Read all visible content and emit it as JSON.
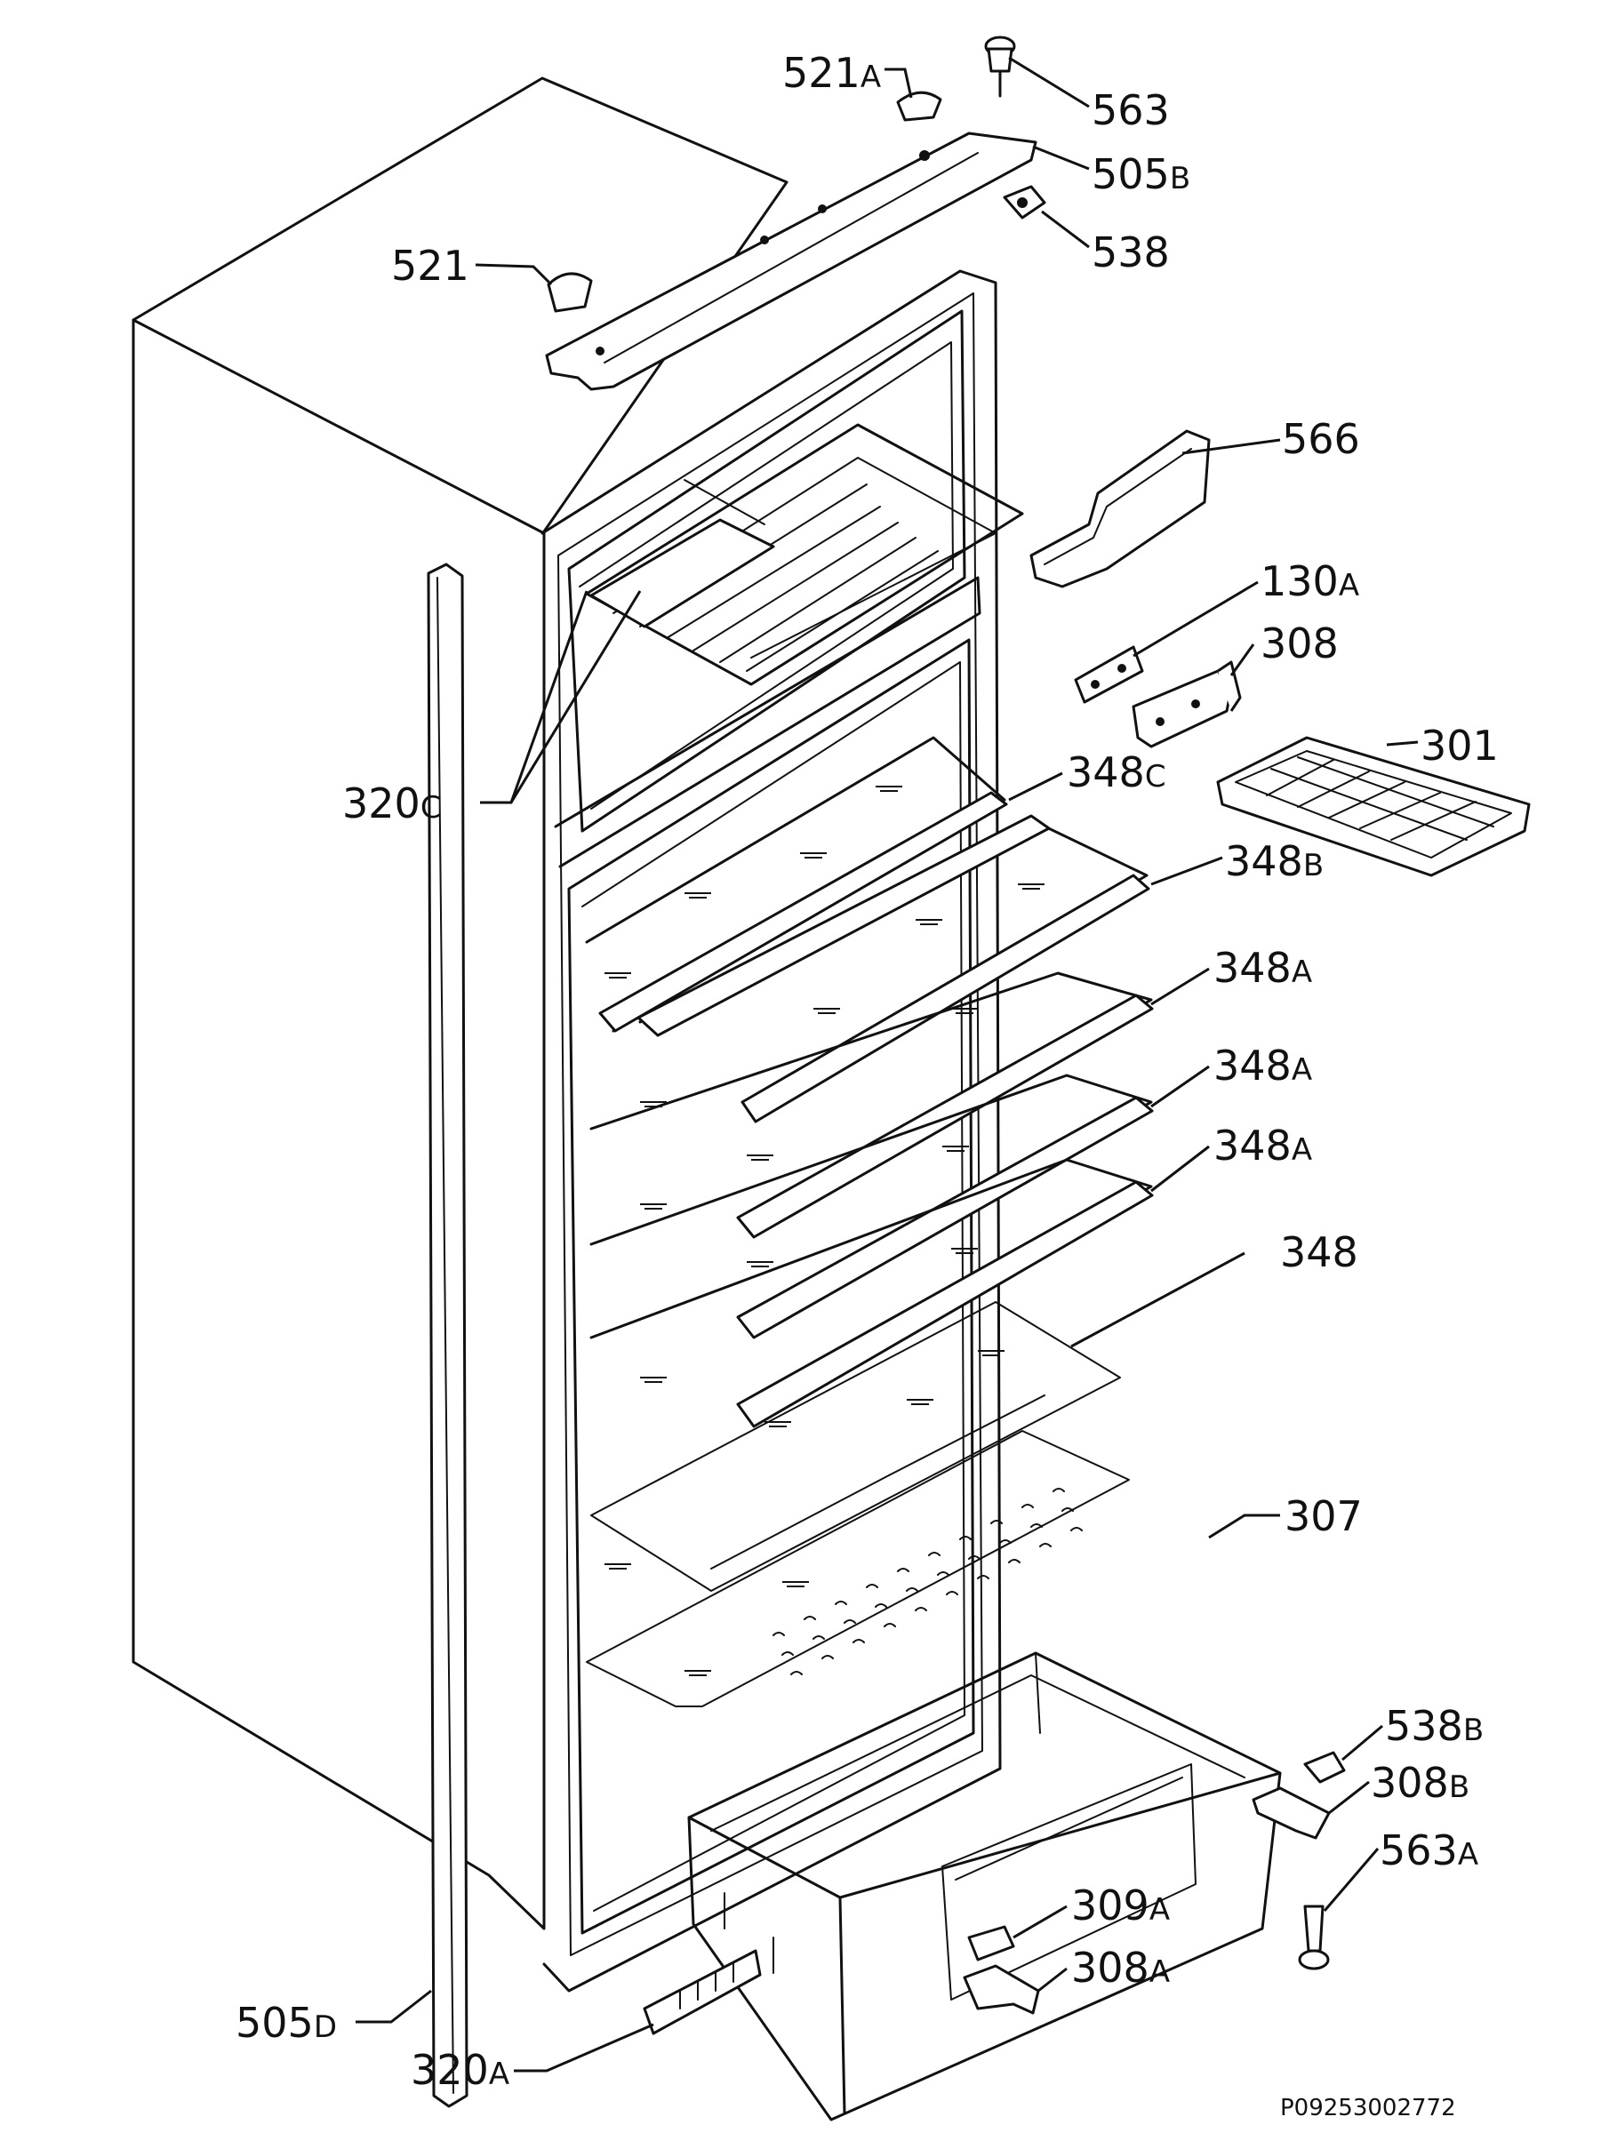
{
  "parts": [
    {
      "id": "p521a",
      "num": "521",
      "suf": "A"
    },
    {
      "id": "p563",
      "num": "563",
      "suf": ""
    },
    {
      "id": "p505b",
      "num": "505",
      "suf": "B"
    },
    {
      "id": "p538",
      "num": "538",
      "suf": ""
    },
    {
      "id": "p521",
      "num": "521",
      "suf": ""
    },
    {
      "id": "p566",
      "num": "566",
      "suf": ""
    },
    {
      "id": "p130a",
      "num": "130",
      "suf": "A"
    },
    {
      "id": "p308",
      "num": "308",
      "suf": ""
    },
    {
      "id": "p301",
      "num": "301",
      "suf": ""
    },
    {
      "id": "p320c",
      "num": "320",
      "suf": "C"
    },
    {
      "id": "p348c",
      "num": "348",
      "suf": "C"
    },
    {
      "id": "p348b",
      "num": "348",
      "suf": "B"
    },
    {
      "id": "p348a1",
      "num": "348",
      "suf": "A"
    },
    {
      "id": "p348a2",
      "num": "348",
      "suf": "A"
    },
    {
      "id": "p348a3",
      "num": "348",
      "suf": "A"
    },
    {
      "id": "p348",
      "num": "348",
      "suf": ""
    },
    {
      "id": "p307",
      "num": "307",
      "suf": ""
    },
    {
      "id": "p538b",
      "num": "538",
      "suf": "B"
    },
    {
      "id": "p308b",
      "num": "308",
      "suf": "B"
    },
    {
      "id": "p563a",
      "num": "563",
      "suf": "A"
    },
    {
      "id": "p309a",
      "num": "309",
      "suf": "A"
    },
    {
      "id": "p505d",
      "num": "505",
      "suf": "D"
    },
    {
      "id": "p308a",
      "num": "308",
      "suf": "A"
    },
    {
      "id": "p320a",
      "num": "320",
      "suf": "A"
    }
  ],
  "drawing_code": "P09253002772"
}
